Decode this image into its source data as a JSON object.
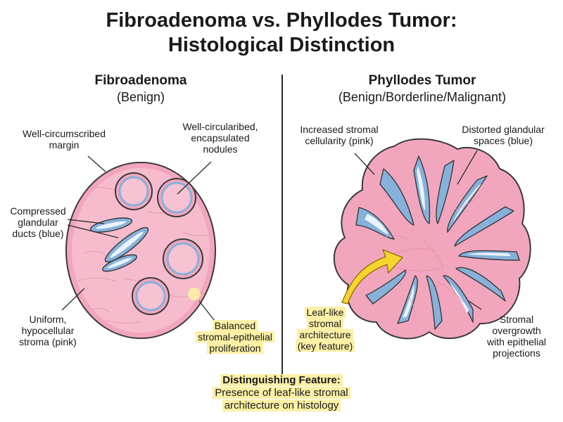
{
  "title_line1": "Fibroadenoma vs. Phyllodes Tumor:",
  "title_line2": "Histological Distinction",
  "left": {
    "heading": "Fibroadenoma",
    "subheading": "(Benign)",
    "labels": {
      "margin": [
        "Well-circumscribed",
        "margin"
      ],
      "nodules": [
        "Well-circularibed,",
        "encapsulated",
        "nodules"
      ],
      "ducts": [
        "Compressed",
        "glandular",
        "ducts (blue)"
      ],
      "stroma": [
        "Uniform,",
        "hypocellular",
        "stroma (pink)"
      ],
      "balanced": [
        "Balanced",
        "stromal-epithelial",
        "proliferation"
      ]
    }
  },
  "right": {
    "heading": "Phyllodes Tumor",
    "subheading": "(Benign/Borderline/Malignant)",
    "labels": {
      "cellularity": [
        "Increased stromal",
        "cellularity (pink)"
      ],
      "distorted": [
        "Distorted glandular",
        "spaces (blue)"
      ],
      "leaf": [
        "Leaf-like",
        "stromal",
        "architecture",
        "(key feature)"
      ],
      "overgrowth": [
        "Stromal",
        "overgrowth",
        "with epithelial",
        "projections"
      ]
    }
  },
  "bottom": {
    "heading": "Distinguishing Feature:",
    "line1": "Presence of leaf-like stromal",
    "line2": "architecture on histology"
  },
  "colors": {
    "stroma_pink": "#f2a6bd",
    "stroma_inner": "#f6bccd",
    "outline": "#3a3a3a",
    "gland_blue": "#86b1db",
    "lumen": "#e9f3fb",
    "highlight": "#fbf0a6",
    "arrow_yellow": "#f7d330"
  }
}
